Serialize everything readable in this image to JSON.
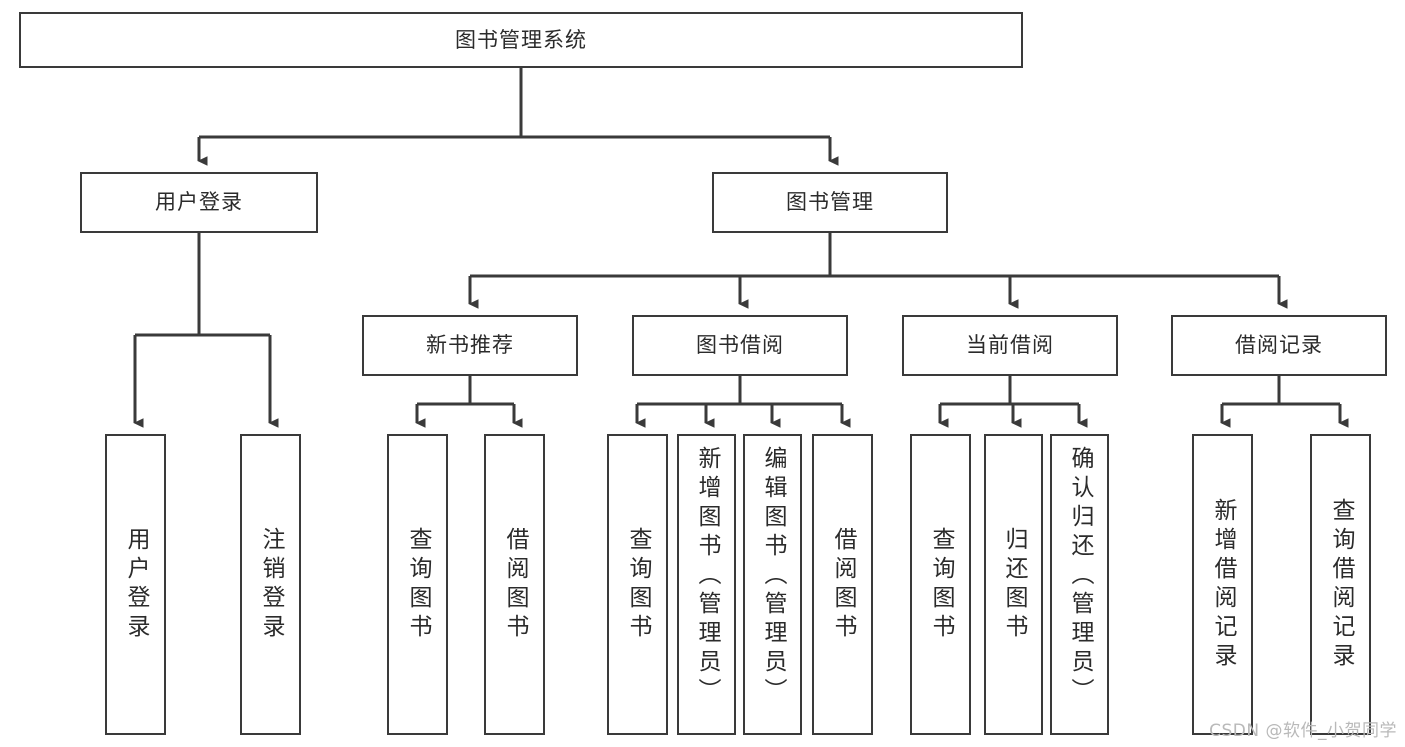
{
  "diagram": {
    "title": "图书管理系统",
    "type": "tree-hierarchy",
    "watermark": "CSDN @软件_小贺同学",
    "colors": {
      "background": "#ffffff",
      "box_border": "#3a3a3a",
      "box_fill": "#ffffff",
      "connector": "#3a3a3a",
      "text": "#2b2b2b",
      "watermark": "#b9b9b9"
    },
    "root": {
      "label": "图书管理系统"
    },
    "level2": [
      {
        "id": "user-login",
        "label": "用户登录"
      },
      {
        "id": "book-management",
        "label": "图书管理"
      }
    ],
    "level3": [
      {
        "id": "new-book-recommend",
        "label": "新书推荐"
      },
      {
        "id": "book-borrow",
        "label": "图书借阅"
      },
      {
        "id": "current-borrow",
        "label": "当前借阅"
      },
      {
        "id": "borrow-record",
        "label": "借阅记录"
      }
    ],
    "leaves": {
      "user_login": [
        {
          "id": "leaf-user-login",
          "label": "用户登录"
        },
        {
          "id": "leaf-logout-login",
          "label": "注销登录"
        }
      ],
      "new_book_recommend": [
        {
          "id": "leaf-query-book-1",
          "label": "查询图书"
        },
        {
          "id": "leaf-borrow-book-1",
          "label": "借阅图书"
        }
      ],
      "book_borrow": [
        {
          "id": "leaf-query-book-2",
          "label": "查询图书"
        },
        {
          "id": "leaf-add-book",
          "label": "新增图书（管理员）"
        },
        {
          "id": "leaf-edit-book",
          "label": "编辑图书（管理员）"
        },
        {
          "id": "leaf-borrow-book-2",
          "label": "借阅图书"
        }
      ],
      "current_borrow": [
        {
          "id": "leaf-query-book-3",
          "label": "查询图书"
        },
        {
          "id": "leaf-return-book",
          "label": "归还图书"
        },
        {
          "id": "leaf-confirm-return",
          "label": "确认归还（管理员）"
        }
      ],
      "borrow_record": [
        {
          "id": "leaf-add-record",
          "label": "新增借阅记录"
        },
        {
          "id": "leaf-query-record",
          "label": "查询借阅记录"
        }
      ]
    }
  }
}
